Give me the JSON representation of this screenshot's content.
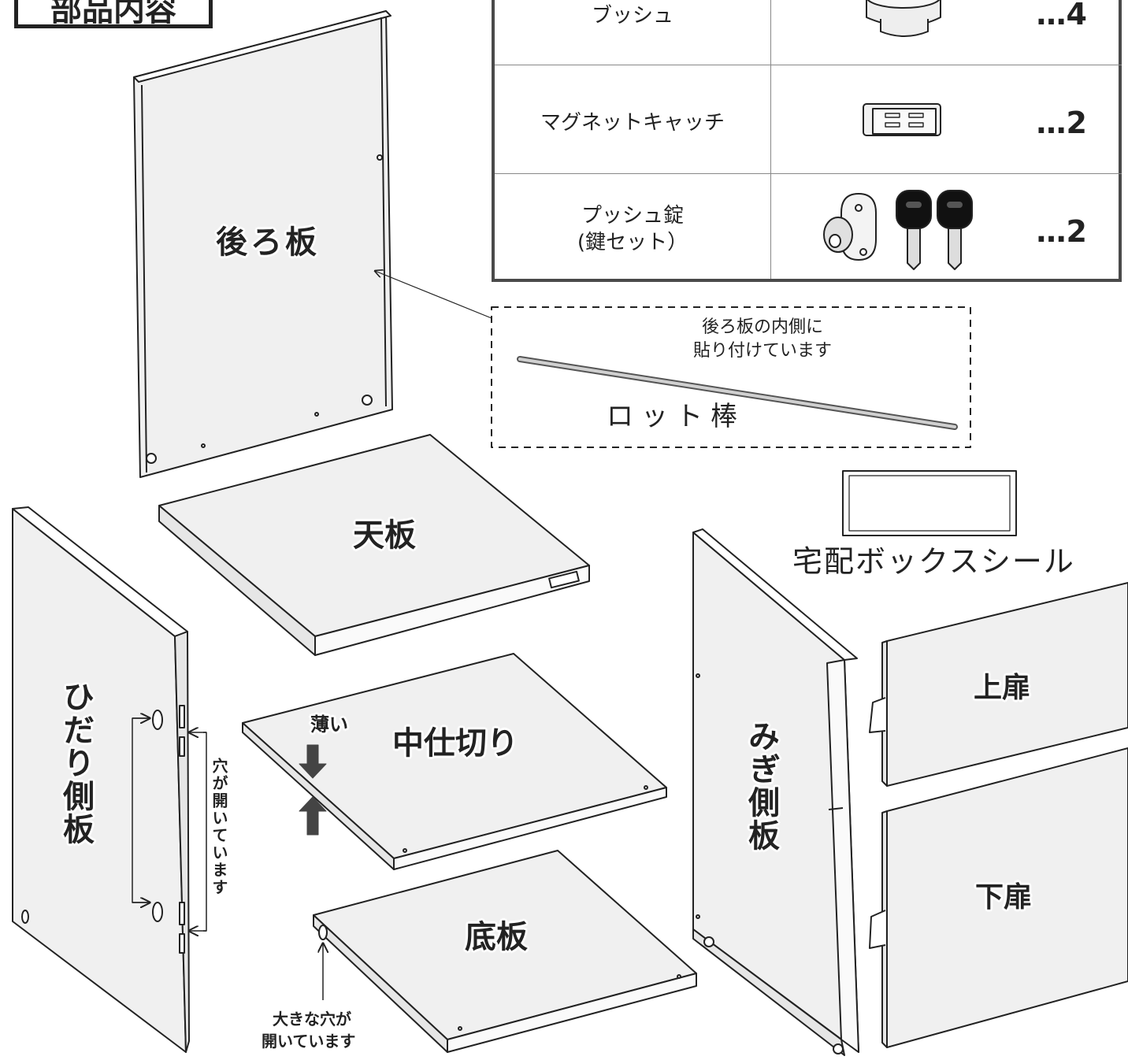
{
  "title": "部品内容",
  "parts_table": [
    {
      "name": "ブッシュ",
      "qty": "…4",
      "icon": "bushing-icon"
    },
    {
      "name": "マグネットキャッチ",
      "qty": "…2",
      "icon": "magnet-catch-icon"
    },
    {
      "name_line1": "プッシュ錠",
      "name_line2": "(鍵セット）",
      "qty": "…2",
      "icon": "push-lock-key-set-icon"
    }
  ],
  "rod": {
    "note_line1": "後ろ板の内側に",
    "note_line2": "貼り付けています",
    "label": "ロット棒"
  },
  "sticker_label": "宅配ボックスシール",
  "panels": {
    "back": "後ろ板",
    "top": "天板",
    "middle": "中仕切り",
    "bottom": "底板",
    "left_side": "ひだり側板",
    "right_side": "みぎ側板",
    "upper_door": "上扉",
    "lower_door": "下扉"
  },
  "annotations": {
    "thin": "薄い",
    "holes_open": "穴が開いています",
    "large_hole_line1": "大きな穴が",
    "large_hole_line2": "開いています"
  }
}
